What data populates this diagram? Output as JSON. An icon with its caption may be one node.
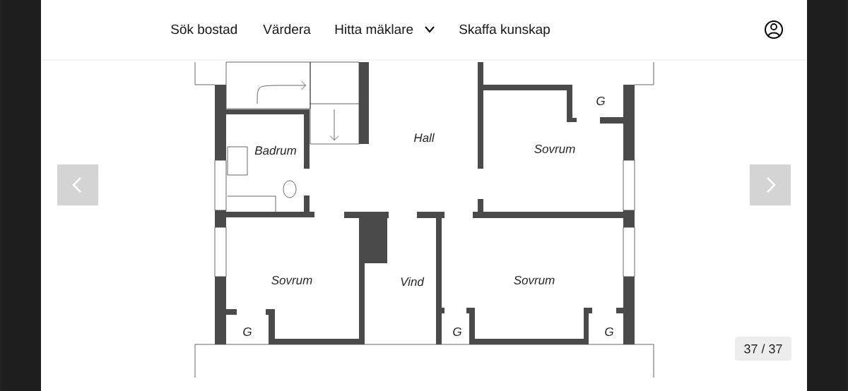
{
  "diagram": {
    "labels": [
      "Sök bostad",
      "Värdera",
      "Hitta mäklare",
      "Skaffa kunskap",
      "G",
      "Hall",
      "Badrum",
      "Sovrum",
      "Sovrum",
      "Vind",
      "Sovrum",
      "G",
      "G",
      "G",
      "37 / 37"
    ]
  }
}
